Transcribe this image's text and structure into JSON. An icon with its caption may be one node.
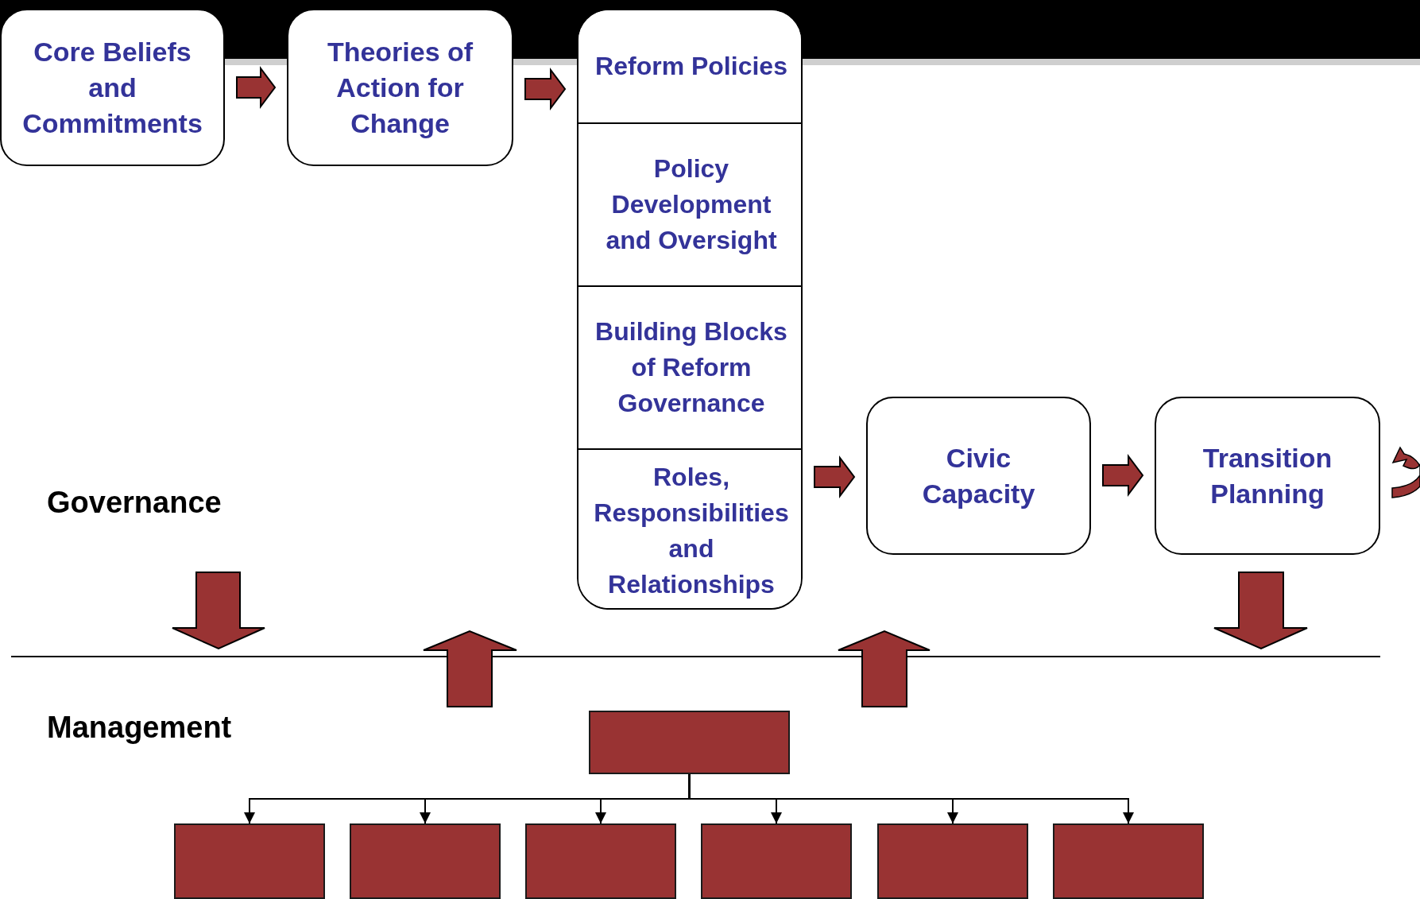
{
  "diagram": {
    "nodes": [
      {
        "text": [
          "Core Beliefs and Commitments"
        ]
      },
      {
        "text": [
          "Theories of Action for Change"
        ]
      },
      {
        "text": [],
        "shape": "box"
      },
      {
        "text": [
          "Reform Policies"
        ],
        "in": 2
      },
      {
        "text": [
          "Policy Development and Oversight"
        ],
        "in": 2
      },
      {
        "text": [
          "Building Blocks of Reform Governance"
        ],
        "in": 2
      },
      {
        "text": [
          "Roles, Responsibilities and Relationships"
        ],
        "in": 2
      },
      {
        "text": [
          "Civic Capacity"
        ]
      },
      {
        "text": [
          "Transition Planning"
        ]
      },
      {
        "text": [],
        "shape": "box"
      },
      {
        "text": [],
        "shape": "box"
      },
      {
        "text": [],
        "shape": "box"
      },
      {
        "text": [],
        "shape": "box"
      },
      {
        "text": [],
        "shape": "box"
      },
      {
        "text": [],
        "shape": "box"
      },
      {
        "text": [],
        "shape": "box"
      }
    ],
    "edges": [
      {
        "from": 0,
        "to": 1,
        "arrow": "to",
        "style": "thick",
        "color": "#993333"
      },
      {
        "from": 1,
        "to": 3,
        "arrow": "to",
        "style": "thick",
        "color": "#993333"
      },
      {
        "from": 6,
        "to": 7,
        "arrow": "to",
        "style": "thick",
        "color": "#993333"
      },
      {
        "from": 7,
        "to": 8,
        "arrow": "to",
        "style": "thick",
        "color": "#993333"
      },
      {
        "from": 9,
        "to": 10,
        "arrow": "to"
      },
      {
        "from": 9,
        "to": 11,
        "arrow": "to"
      },
      {
        "from": 9,
        "to": 12,
        "arrow": "to"
      },
      {
        "from": 9,
        "to": 13,
        "arrow": "to"
      },
      {
        "from": 9,
        "to": 14,
        "arrow": "to"
      },
      {
        "from": 9,
        "to": 15,
        "arrow": "to"
      }
    ],
    "labels": [
      "Governance",
      "Management"
    ]
  }
}
